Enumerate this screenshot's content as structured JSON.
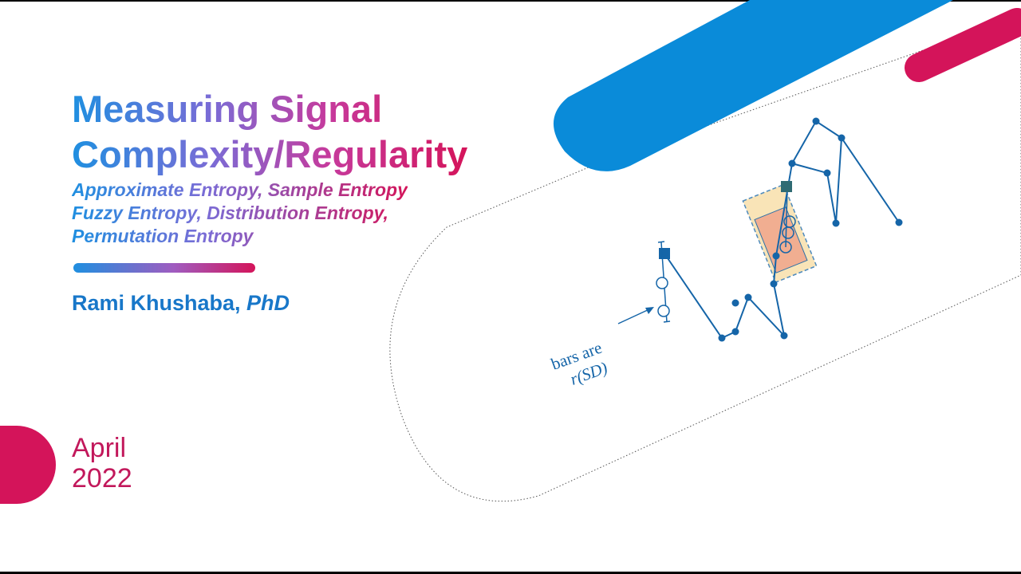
{
  "slide": {
    "title": {
      "line1": "Measuring Signal",
      "line2": "Complexity/Regularity"
    },
    "subtitle": {
      "line1": "Approximate Entropy, Sample Entropy",
      "line2": "Fuzzy Entropy, Distribution Entropy,",
      "line3": "Permutation Entropy"
    },
    "author": {
      "name": "Rami Khushaba, ",
      "degree": "PhD"
    },
    "date": {
      "month": "April",
      "year": "2022"
    },
    "figure": {
      "annotation_line1": "bars are",
      "annotation_line2": "r(SD)"
    },
    "colors": {
      "blue": "#0a8bd9",
      "magenta": "#d4145a",
      "signal": "#1565a8",
      "template_box": "#f7dca0",
      "match_box": "#f1a98d"
    }
  }
}
